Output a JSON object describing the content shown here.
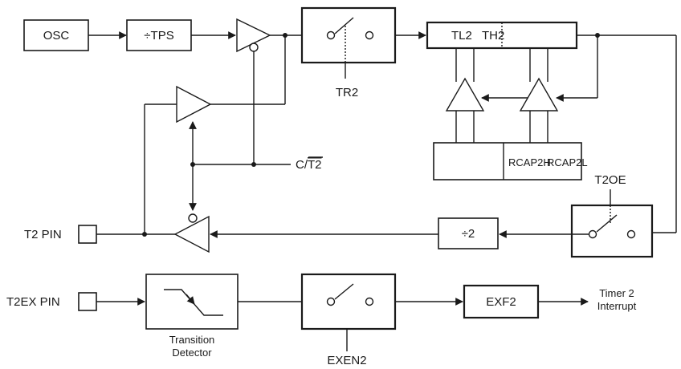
{
  "labels": {
    "osc": "OSC",
    "tps": "÷TPS",
    "tl2": "TL2",
    "th2": "TH2",
    "rcap2h": "RCAP2H",
    "rcap2l": "RCAP2L",
    "tr2": "TR2",
    "c_t2_prefix": "C/",
    "c_t2_bar": "T2",
    "t2oe": "T2OE",
    "div2": "÷2",
    "t2_pin": "T2  PIN",
    "t2ex_pin": "T2EX  PIN",
    "transition_line1": "Transition",
    "transition_line2": "Detector",
    "exen2": "EXEN2",
    "exf2": "EXF2",
    "interrupt_line1": "Timer 2",
    "interrupt_line2": "Interrupt"
  }
}
